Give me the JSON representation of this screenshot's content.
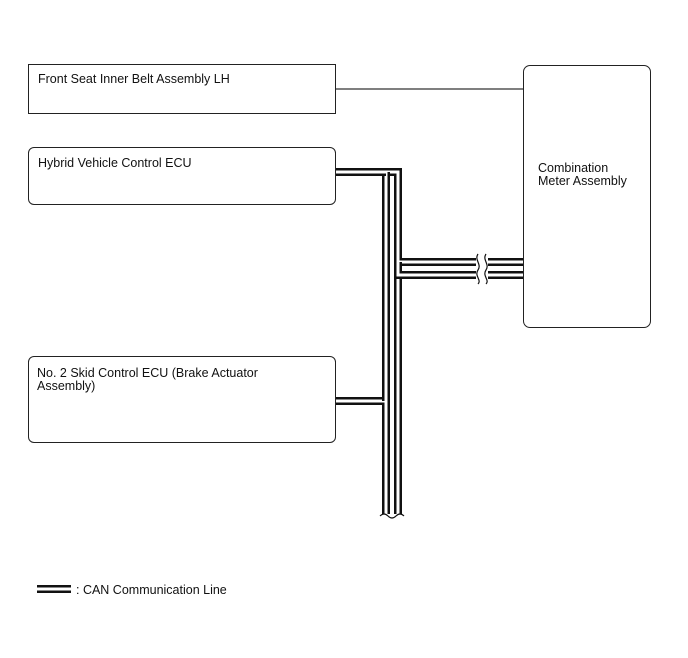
{
  "components": {
    "front_seat": "Front Seat Inner Belt Assembly LH",
    "hybrid_ecu": "Hybrid Vehicle Control ECU",
    "skid_ecu": "No. 2 Skid Control ECU (Brake Actuator\nAssembly)",
    "meter": "Combination\nMeter Assembly"
  },
  "legend": {
    "label": ": CAN Communication Line"
  },
  "colors": {
    "line": "#111111",
    "background": "#ffffff"
  }
}
